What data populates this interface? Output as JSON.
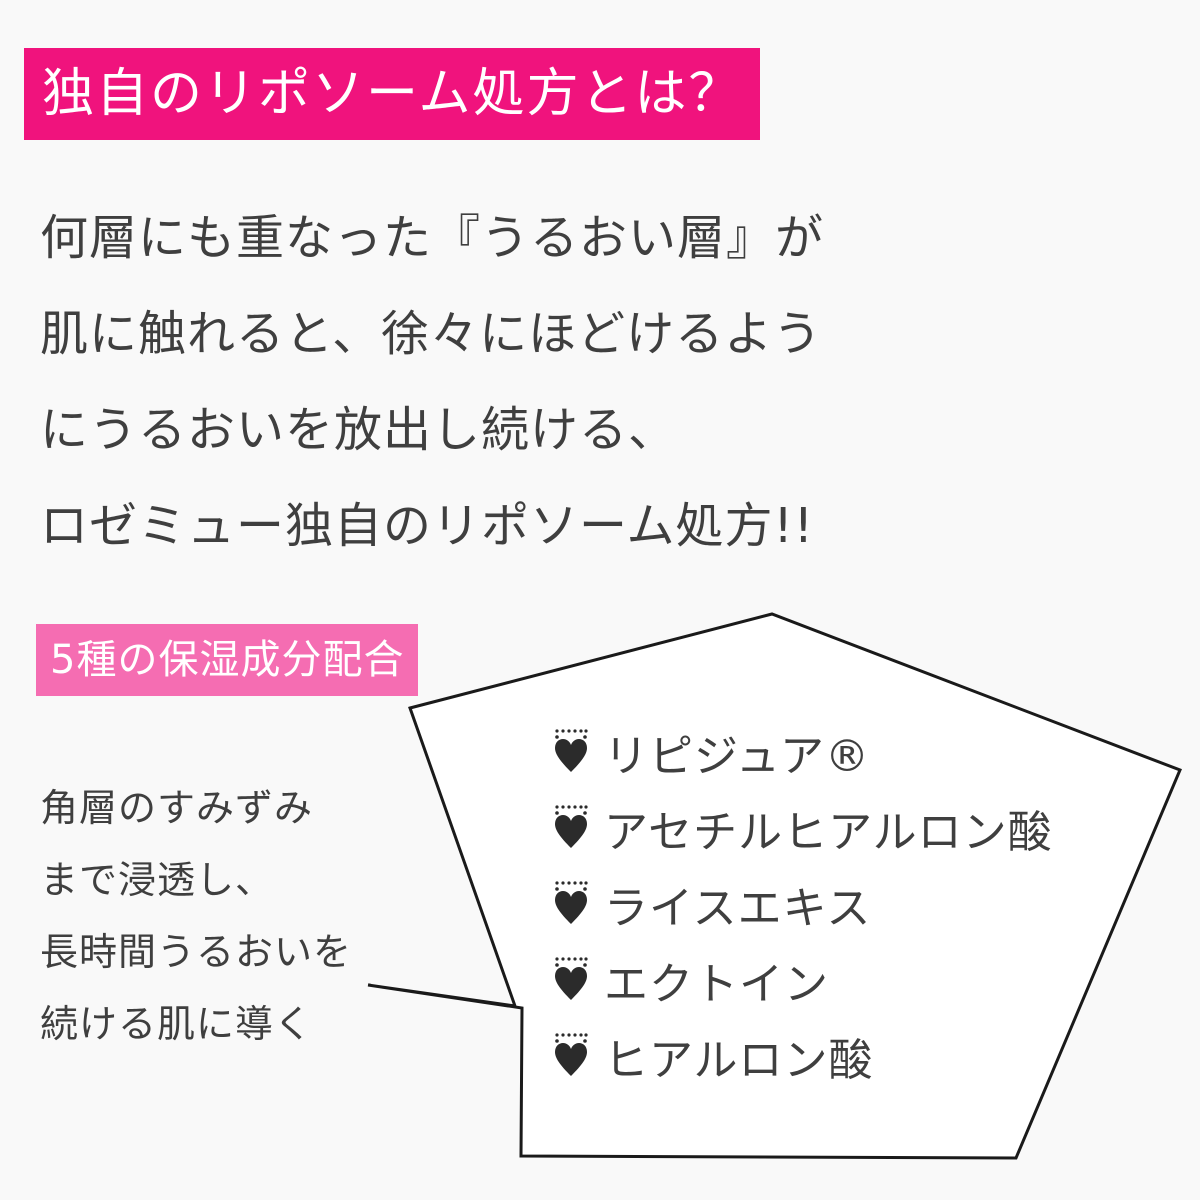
{
  "header": {
    "title": "独自のリポソーム処方とは？"
  },
  "intro": {
    "lines": [
      "何層にも重なった『うるおい層』が",
      "肌に触れると、徐々にほどけるよう",
      "にうるおいを放出し続ける、",
      "ロゼミュー独自のリポソーム処方!!"
    ]
  },
  "moisturizers": {
    "label": "5種の保湿成分配合",
    "description_lines": [
      "角層のすみずみ",
      "まで浸透し、",
      "長時間うるおいを",
      "続ける肌に導く"
    ],
    "bullet_icon": "heart-icon",
    "ingredients": [
      "リピジュア®",
      "アセチルヒアルロン酸",
      "ライスエキス",
      "エクトイン",
      "ヒアルロン酸"
    ]
  },
  "colors": {
    "title_band": "#f0137d",
    "sub_band": "#f56db2",
    "text": "#3f3f3f",
    "background": "#f9f9f9"
  }
}
